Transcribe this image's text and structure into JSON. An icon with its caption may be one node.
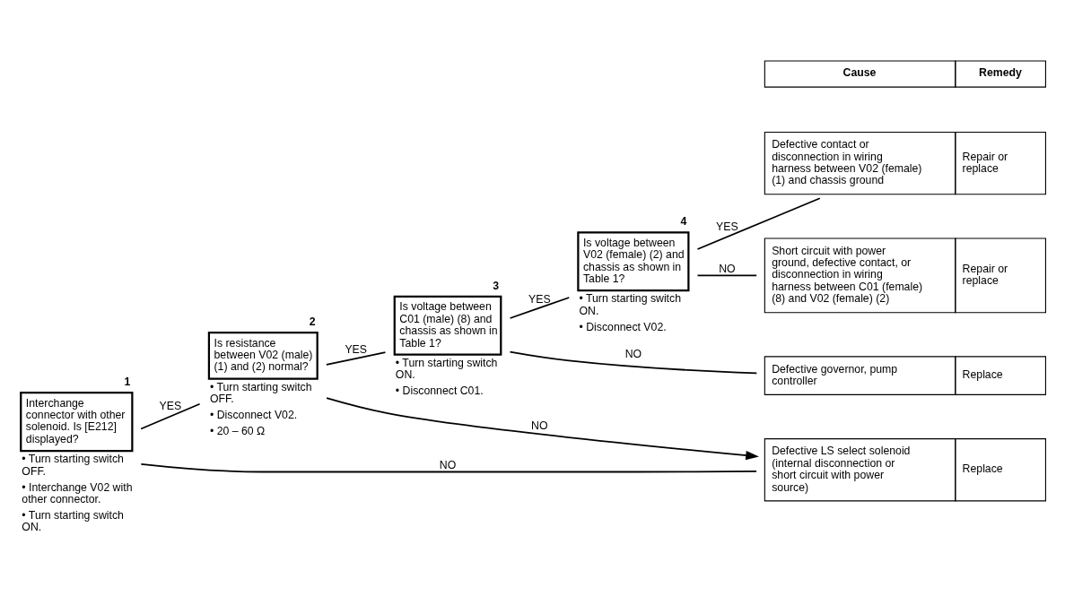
{
  "diagram": {
    "nodes": [
      {
        "text": [
          "Interchange connector with other solenoid. Is [E212] displayed?"
        ],
        "beside": [
          "1",
          "• Turn starting switch OFF.",
          "• Interchange V02 with other connector.",
          "• Turn starting switch ON."
        ]
      },
      {
        "text": [
          "Is resistance between V02 (male) (1) and (2) normal?"
        ],
        "beside": [
          "2",
          "• Turn starting switch OFF.",
          "• Disconnect V02.",
          "• 20 – 60 Ω"
        ]
      },
      {
        "text": [
          "Is voltage between C01 (male) (8) and chassis as shown in Table 1?"
        ],
        "beside": [
          "3",
          "• Turn starting switch ON.",
          "• Disconnect C01."
        ]
      },
      {
        "text": [
          "Is voltage between V02 (female) (2) and chassis as shown in Table 1?"
        ],
        "beside": [
          "4",
          "• Turn starting switch ON.",
          "• Disconnect V02."
        ]
      },
      {
        "text": [
          "Defective contact or disconnection in wiring harness between V02 (female) (1) and chassis ground",
          "Repair or replace"
        ]
      },
      {
        "text": [
          "Short circuit with power ground, defective contact, or disconnection in wiring harness between C01 (female) (8) and V02 (female) (2)",
          "Repair or replace"
        ]
      },
      {
        "text": [
          "Defective governor, pump controller",
          "Replace"
        ]
      },
      {
        "text": [
          "Defective LS select solenoid (internal disconnection or short circuit with power source)",
          "Replace"
        ]
      }
    ],
    "edges": [
      {
        "from": 0,
        "to": 1,
        "label": "YES",
        "arrow": "none"
      },
      {
        "from": 0,
        "to": 7,
        "label": "NO",
        "arrow": "none"
      },
      {
        "from": 1,
        "to": 2,
        "label": "YES",
        "arrow": "none"
      },
      {
        "from": 1,
        "to": 7,
        "label": "NO",
        "arrow": "to"
      },
      {
        "from": 2,
        "to": 3,
        "label": "YES",
        "arrow": "none"
      },
      {
        "from": 2,
        "to": 6,
        "label": "NO",
        "arrow": "none"
      },
      {
        "from": 3,
        "to": 4,
        "label": "YES",
        "arrow": "none"
      },
      {
        "from": 3,
        "to": 5,
        "label": "NO",
        "arrow": "none"
      }
    ],
    "labels": [
      "Cause",
      "Remedy"
    ]
  }
}
